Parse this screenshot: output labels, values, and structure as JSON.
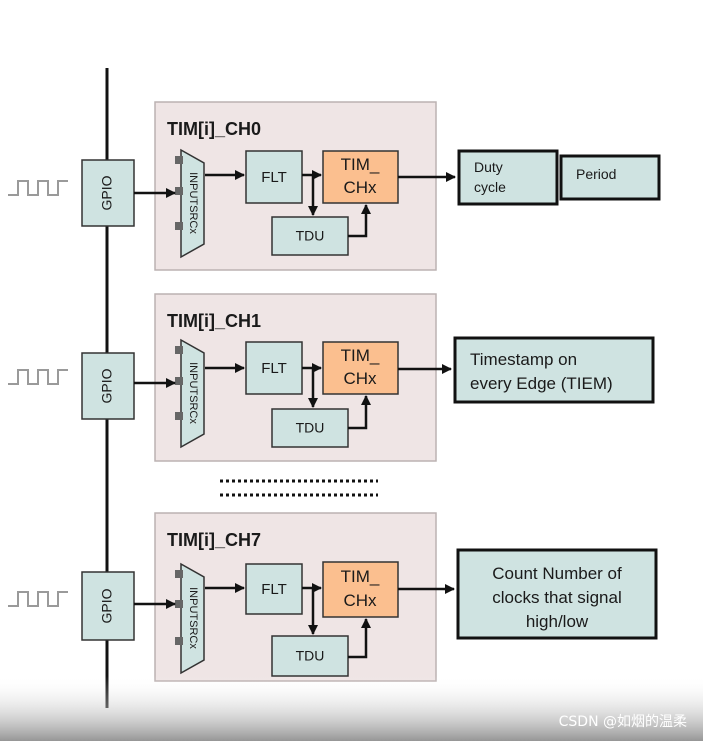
{
  "channels": [
    {
      "title": "TIM[i]_CH0",
      "gpio": "GPIO",
      "inputsrc": "INPUTSRCx",
      "flt": "FLT",
      "timch": [
        "TIM_",
        "CHx"
      ],
      "tdu": "TDU",
      "outputs": [
        [
          "Duty",
          "cycle"
        ],
        [
          "Period"
        ]
      ]
    },
    {
      "title": "TIM[i]_CH1",
      "gpio": "GPIO",
      "inputsrc": "INPUTSRCx",
      "flt": "FLT",
      "timch": [
        "TIM_",
        "CHx"
      ],
      "tdu": "TDU",
      "outputs": [
        [
          "Timestamp on",
          "every Edge (TIEM)"
        ]
      ]
    },
    {
      "title": "TIM[i]_CH7",
      "gpio": "GPIO",
      "inputsrc": "INPUTSRCx",
      "flt": "FLT",
      "timch": [
        "TIM_",
        "CHx"
      ],
      "tdu": "TDU",
      "outputs": [
        [
          "Count Number of",
          "clocks that signal",
          "high/low"
        ]
      ]
    }
  ],
  "watermark": "CSDN @如烟的温柔",
  "colors": {
    "channel_bg": "#efe5e5",
    "channel_border": "#bcb2b2",
    "block_bg": "#cfe3e1",
    "timch_bg": "#fbbf8f",
    "output_bg": "#cfe3e1",
    "line": "#111111"
  }
}
